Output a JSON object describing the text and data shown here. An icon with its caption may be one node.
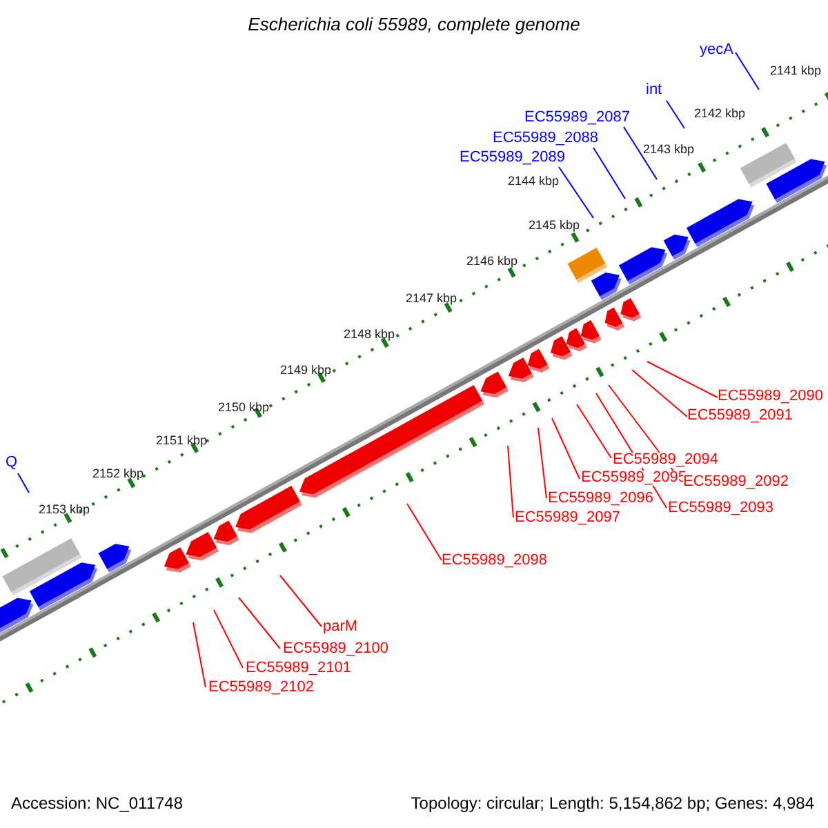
{
  "diagram": {
    "title": "Escherichia coli 55989, complete genome",
    "nodes": [
      {
        "text": [
          "yecA"
        ]
      },
      {
        "text": [
          "int"
        ]
      },
      {
        "text": [
          "EC55989_2087"
        ]
      },
      {
        "text": [
          "EC55989_2088"
        ]
      },
      {
        "text": [
          "EC55989_2089"
        ]
      },
      {
        "text": [
          "EC55989_2090"
        ]
      },
      {
        "text": [
          "EC55989_2091"
        ]
      },
      {
        "text": [
          "EC55989_2094"
        ]
      },
      {
        "text": [
          "Q"
        ]
      },
      {
        "text": [
          "EC55989_2095"
        ]
      },
      {
        "text": [
          "EC55989_2092"
        ]
      },
      {
        "text": [
          "EC55989_2096"
        ]
      },
      {
        "text": [
          "EC55989_2093"
        ]
      },
      {
        "text": [
          "EC55989_2097"
        ]
      },
      {
        "text": [
          "EC55989_2098"
        ]
      },
      {
        "text": [
          "parM"
        ]
      },
      {
        "text": [
          "EC55989_2100"
        ]
      },
      {
        "text": [
          "EC55989_2101"
        ]
      },
      {
        "text": [
          "EC55989_2102"
        ]
      }
    ],
    "edges": [
      {
        "from": 0,
        "to": null,
        "arrow": "none",
        "color": "#0000ff"
      },
      {
        "from": 1,
        "to": null,
        "arrow": "none",
        "color": "#0000ff"
      },
      {
        "from": 2,
        "to": null,
        "arrow": "none",
        "color": "#0000ff"
      },
      {
        "from": 3,
        "to": null,
        "arrow": "none",
        "color": "#0000ff"
      },
      {
        "from": 4,
        "to": null,
        "arrow": "none",
        "color": "#0000ff"
      },
      {
        "from": 5,
        "to": null,
        "arrow": "none"
      },
      {
        "from": 6,
        "to": null,
        "arrow": "none"
      },
      {
        "from": 7,
        "to": null,
        "arrow": "none"
      },
      {
        "from": 8,
        "to": null,
        "arrow": "none",
        "color": "#0000ff"
      },
      {
        "from": 9,
        "to": null,
        "arrow": "none"
      },
      {
        "from": 10,
        "to": null,
        "arrow": "none"
      },
      {
        "from": 11,
        "to": null,
        "arrow": "none"
      },
      {
        "from": 12,
        "to": null,
        "arrow": "none"
      },
      {
        "from": 13,
        "to": null,
        "arrow": "none"
      },
      {
        "from": 14,
        "to": null,
        "arrow": "none"
      },
      {
        "from": 15,
        "to": null,
        "arrow": "none"
      },
      {
        "from": 16,
        "to": null,
        "arrow": "none"
      },
      {
        "from": 17,
        "to": null,
        "arrow": "none"
      },
      {
        "from": 18,
        "to": null,
        "arrow": "none"
      }
    ],
    "labels": [
      "2141 kbp",
      "2142 kbp",
      "2143 kbp",
      "2144 kbp",
      "2145 kbp",
      "2146 kbp",
      "2147 kbp",
      "2148 kbp",
      "2149 kbp",
      "2150 kbp",
      "2151 kbp",
      "2152 kbp",
      "2153 kbp",
      "Accession: NC_011748",
      "Topology: circular; Length: 5,154,862 bp; Genes: 4,984"
    ]
  }
}
